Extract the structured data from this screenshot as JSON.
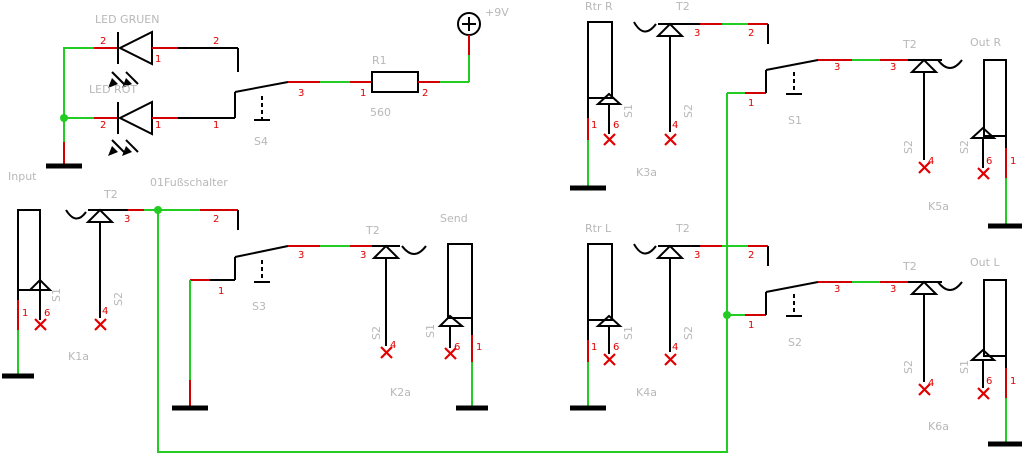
{
  "colors": {
    "wire": "#22cc22",
    "pin": "#d20000",
    "symbol": "#000000",
    "label": "#b8b8b8",
    "pin_text": "#e00000"
  },
  "supply": {
    "label": "+9V"
  },
  "leds": {
    "top": "LED GRUEN",
    "bottom": "LED ROT"
  },
  "resistor": {
    "ref": "R1",
    "value": "560"
  },
  "switches": {
    "s1": "S1",
    "s2": "S2",
    "s3": "S3",
    "s4": "S4"
  },
  "jacks": {
    "input": "Input",
    "send": "Send",
    "rtr_r": "Rtr R",
    "rtr_l": "Rtr L",
    "out_r": "Out R",
    "out_l": "Out L",
    "k1a": "K1a",
    "k2a": "K2a",
    "k3a": "K3a",
    "k4a": "K4a",
    "k5a": "K5a",
    "k6a": "K6a"
  },
  "footswitch": "01Fußschalter",
  "terminals": {
    "t2": "T2",
    "s1": "S1",
    "s2": "S2"
  },
  "pins": {
    "p1": "1",
    "p2": "2",
    "p3": "3",
    "p4": "4",
    "p6": "6"
  }
}
